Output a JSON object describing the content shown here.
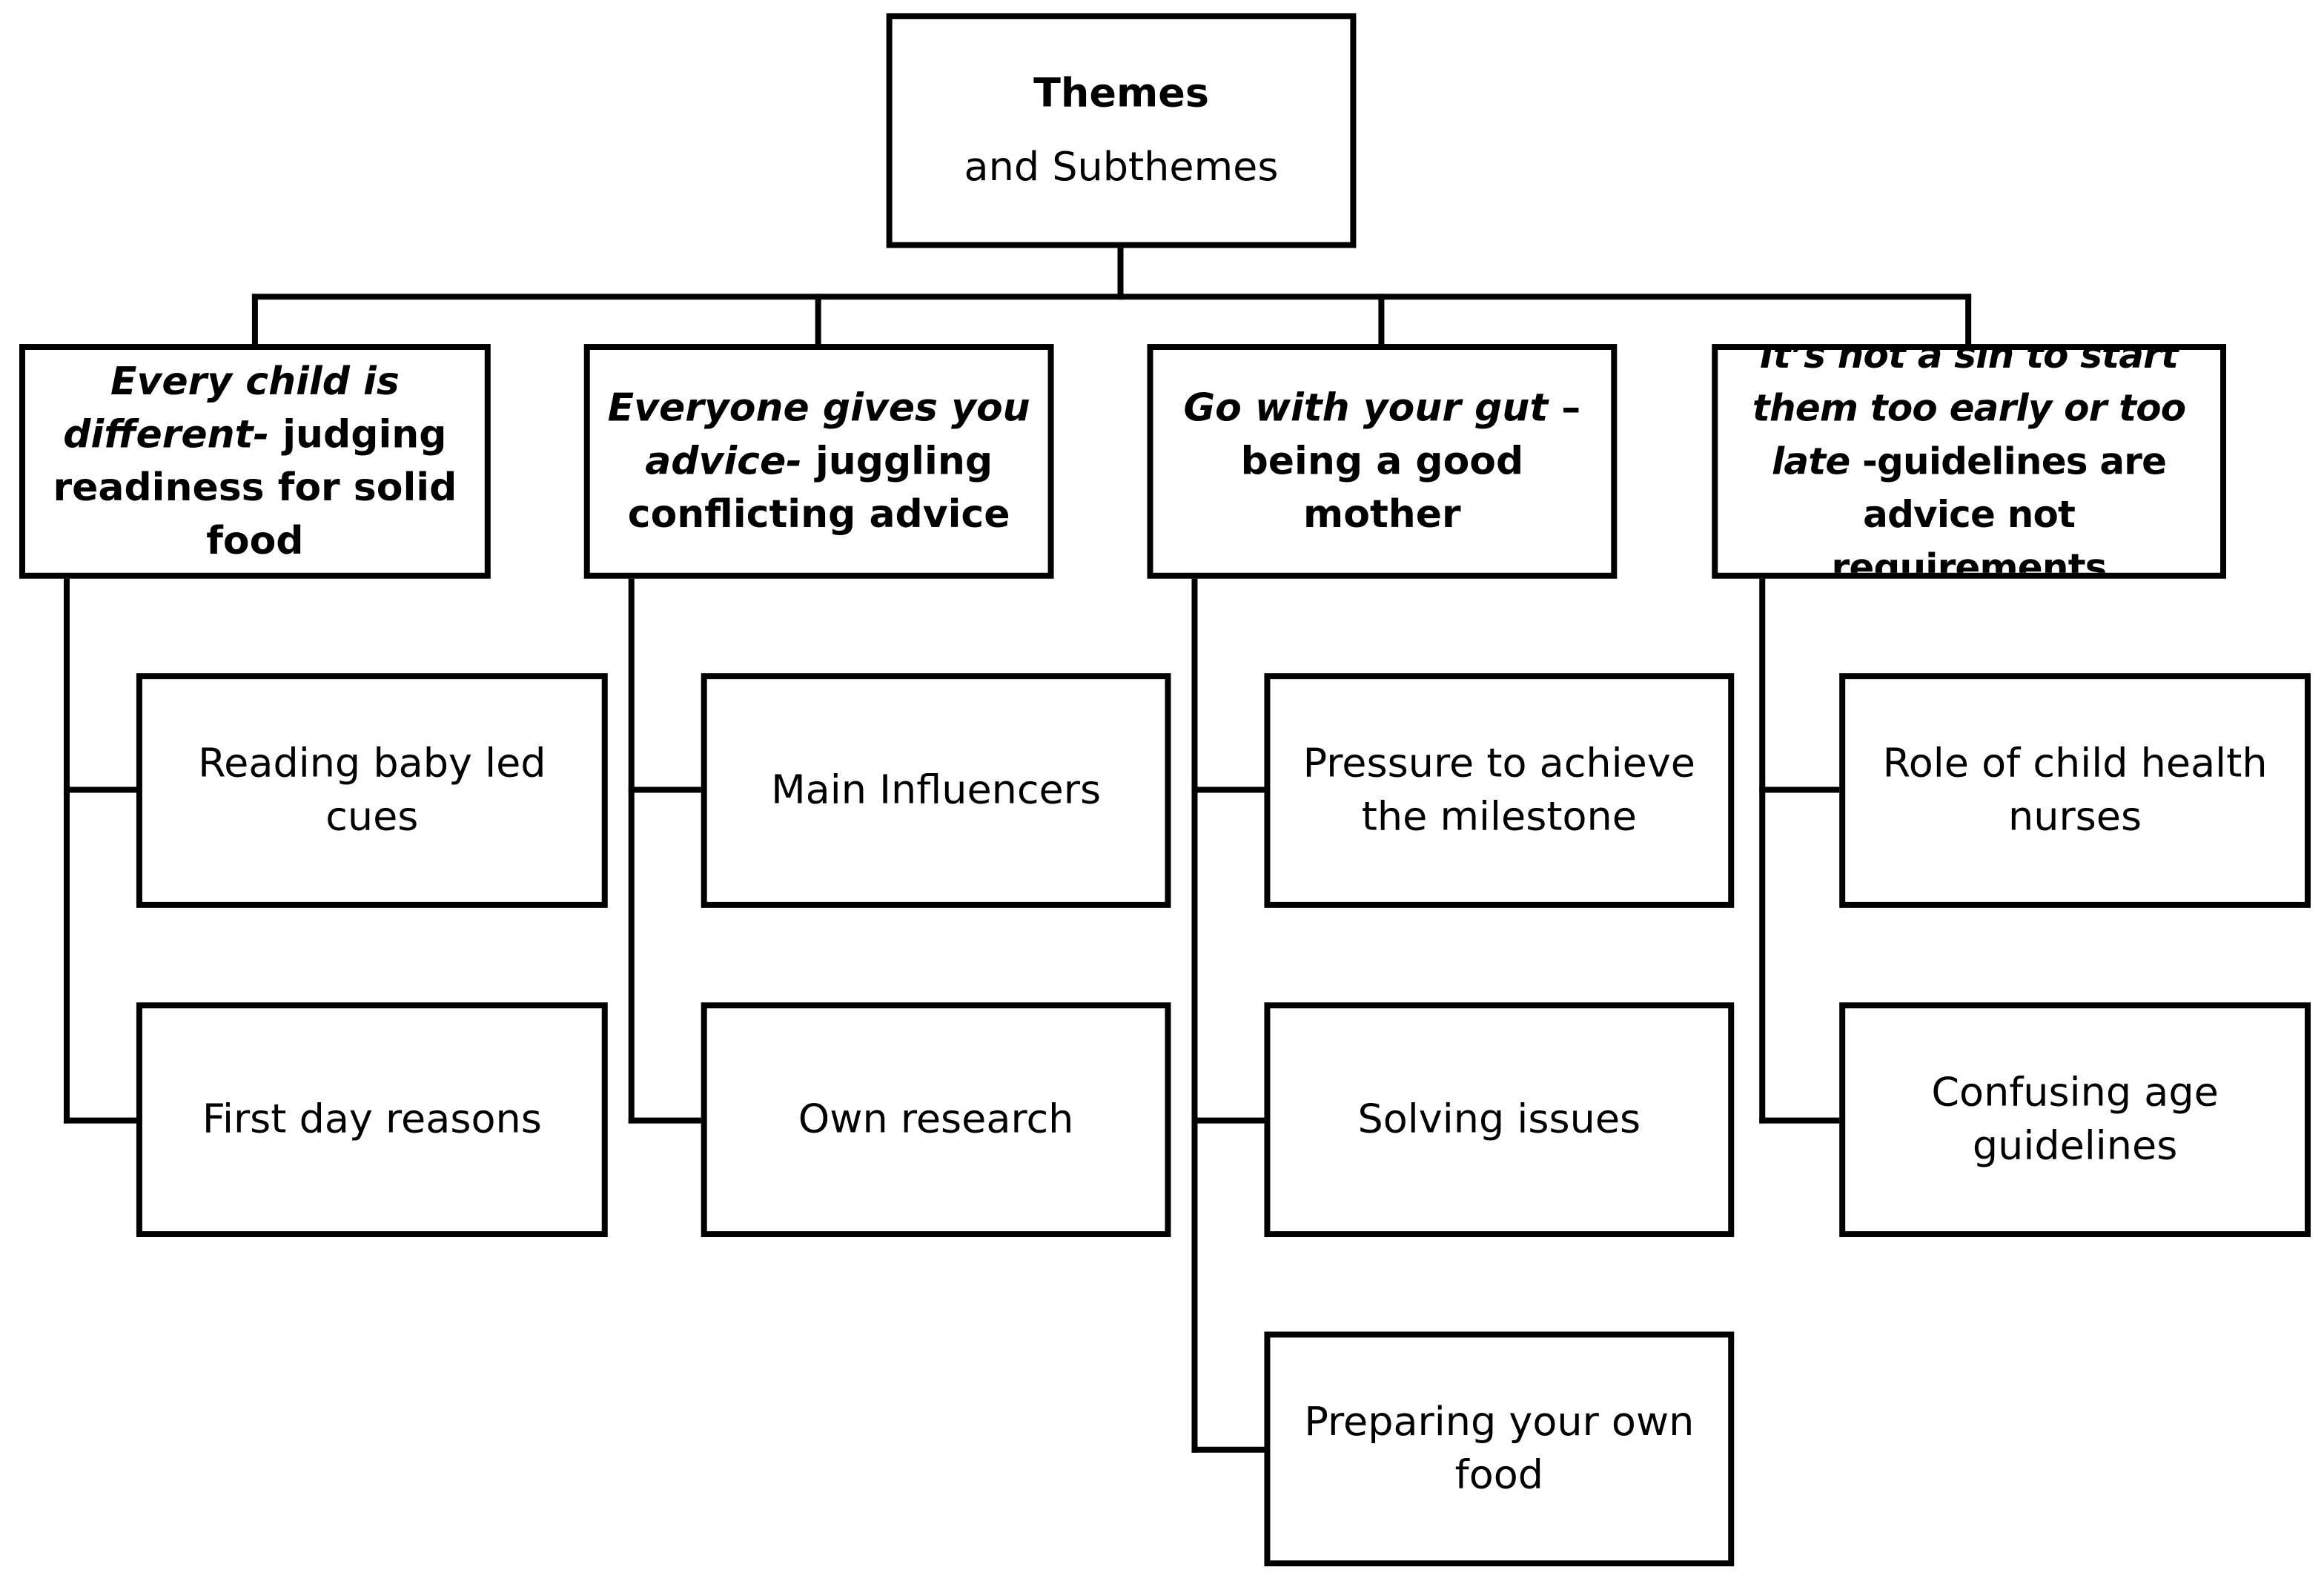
{
  "root": {
    "title": "Themes",
    "subtitle": "and Subthemes"
  },
  "themes": [
    {
      "italic": "Every child is different-",
      "plain": " judging readiness for solid food",
      "subthemes": [
        "Reading baby led cues",
        "First day reasons"
      ]
    },
    {
      "italic": "Everyone gives you advice-",
      "plain": " juggling conflicting advice",
      "subthemes": [
        "Main Influencers",
        "Own research"
      ]
    },
    {
      "italic": "Go with your gut",
      "plain": " – being a good mother",
      "subthemes": [
        "Pressure to achieve the milestone",
        "Solving issues",
        "Preparing your own food"
      ]
    },
    {
      "italic": "It’s not a sin to start them too early or too late",
      "plain": " -guidelines are advice not requirements",
      "subthemes": [
        "Role of child health nurses",
        "Confusing age guidelines"
      ]
    }
  ]
}
